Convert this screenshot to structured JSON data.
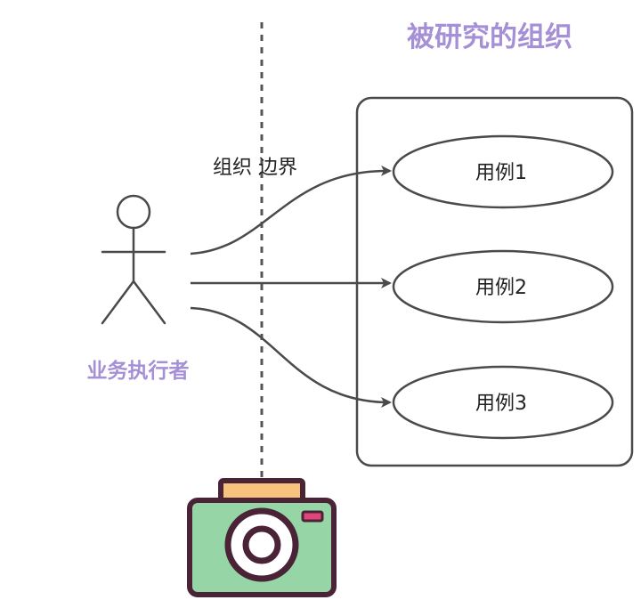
{
  "diagram": {
    "title": "被研究的组织",
    "boundary_label": "组织 边界",
    "actor": {
      "label": "业务执行者"
    },
    "use_cases": [
      {
        "label": "用例1"
      },
      {
        "label": "用例2"
      },
      {
        "label": "用例3"
      }
    ],
    "colors": {
      "title": "#a58fd6",
      "actor_label": "#a58fd6",
      "stroke": "#4a4a4a",
      "boundary_line": "#555555",
      "camera_body": "#95d5a6",
      "camera_top": "#f6c27e",
      "camera_outline": "#4a2336",
      "camera_flash": "#e0457a"
    },
    "icons": {
      "actor": "stick-figure-icon",
      "camera": "camera-icon"
    }
  }
}
